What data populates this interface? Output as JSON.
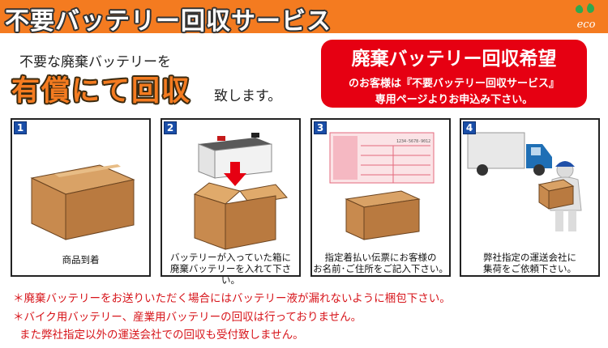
{
  "header": {
    "title": "不要バッテリー回収サービス",
    "logo_text": "eco"
  },
  "intro": {
    "line1": "不要な廃棄バッテリーを",
    "big": "有償にて回収",
    "tail": "致します。"
  },
  "notice": {
    "title": "廃棄バッテリー回収希望",
    "line1": "のお客様は『不要バッテリー回収サービス』",
    "line2": "専用ページよりお申込み下さい。"
  },
  "steps": [
    {
      "number": "1",
      "caption_line1": "商品到着",
      "caption_line2": ""
    },
    {
      "number": "2",
      "caption_line1": "バッテリーが入っていた箱に",
      "caption_line2": "廃棄バッテリーを入れて下さい。"
    },
    {
      "number": "3",
      "caption_line1": "指定着払い伝票にお客様の",
      "caption_line2": "お名前･ご住所をご記入下さい。"
    },
    {
      "number": "4",
      "caption_line1": "弊社指定の運送会社に",
      "caption_line2": "集荷をご依頼下さい。"
    }
  ],
  "slip": {
    "code": "1234-5678-9012"
  },
  "notes": [
    "＊廃棄バッテリーをお送りいただく場合にはバッテリー液が漏れないように梱包下さい。",
    "＊バイク用バッテリー、産業用バッテリーの回収は行っておりません。",
    "また弊社指定以外の運送会社での回収も受付致しません。"
  ],
  "colors": {
    "header": "#f47b20",
    "notice": "#e60012",
    "note_text": "#d7141a",
    "step_badge": "#1a4ea8"
  },
  "icons": [
    "leaf-icon",
    "cardboard-box-icon",
    "car-battery-icon",
    "down-arrow-icon",
    "shipping-slip-icon",
    "delivery-truck-icon",
    "delivery-person-icon"
  ]
}
